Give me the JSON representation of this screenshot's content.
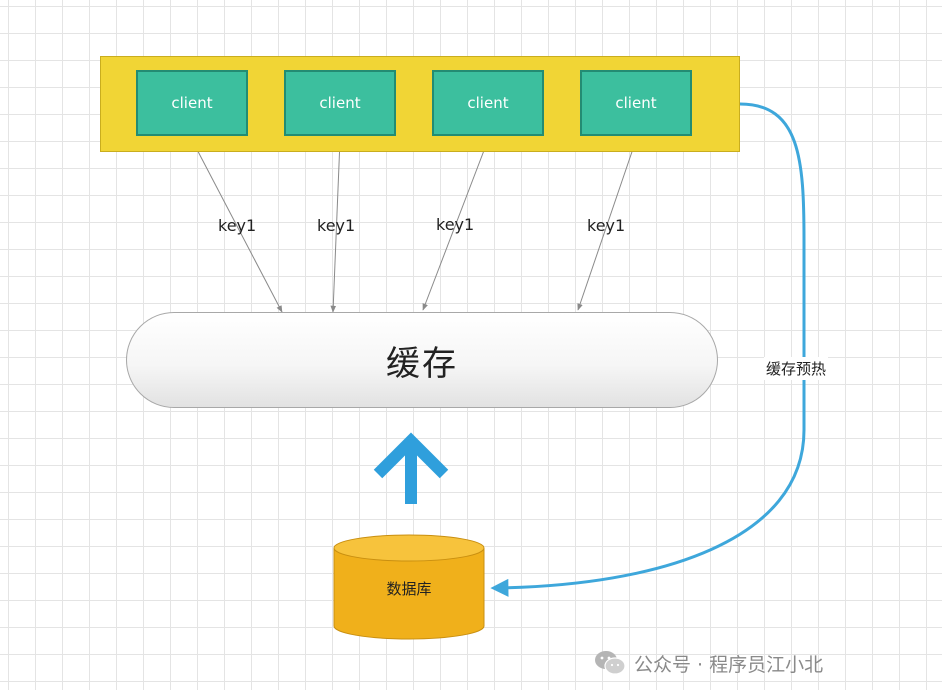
{
  "diagram": {
    "clients": [
      {
        "label": "client"
      },
      {
        "label": "client"
      },
      {
        "label": "client"
      },
      {
        "label": "client"
      }
    ],
    "requests": [
      {
        "label": "key1"
      },
      {
        "label": "key1"
      },
      {
        "label": "key1"
      },
      {
        "label": "key1"
      }
    ],
    "cache": {
      "label": "缓存"
    },
    "database": {
      "label": "数据库"
    },
    "prewarm": {
      "label": "缓存预热"
    }
  },
  "watermark": {
    "icon": "wechat-icon",
    "text": "公众号 · 程序员江小北"
  },
  "colors": {
    "client_group_fill": "#f1d535",
    "client_fill": "#3cbf9e",
    "client_border": "#238c73",
    "database_fill": "#f0b01b",
    "connector_blue": "#3ea7db",
    "arrow_gray": "#8a8a8a"
  }
}
